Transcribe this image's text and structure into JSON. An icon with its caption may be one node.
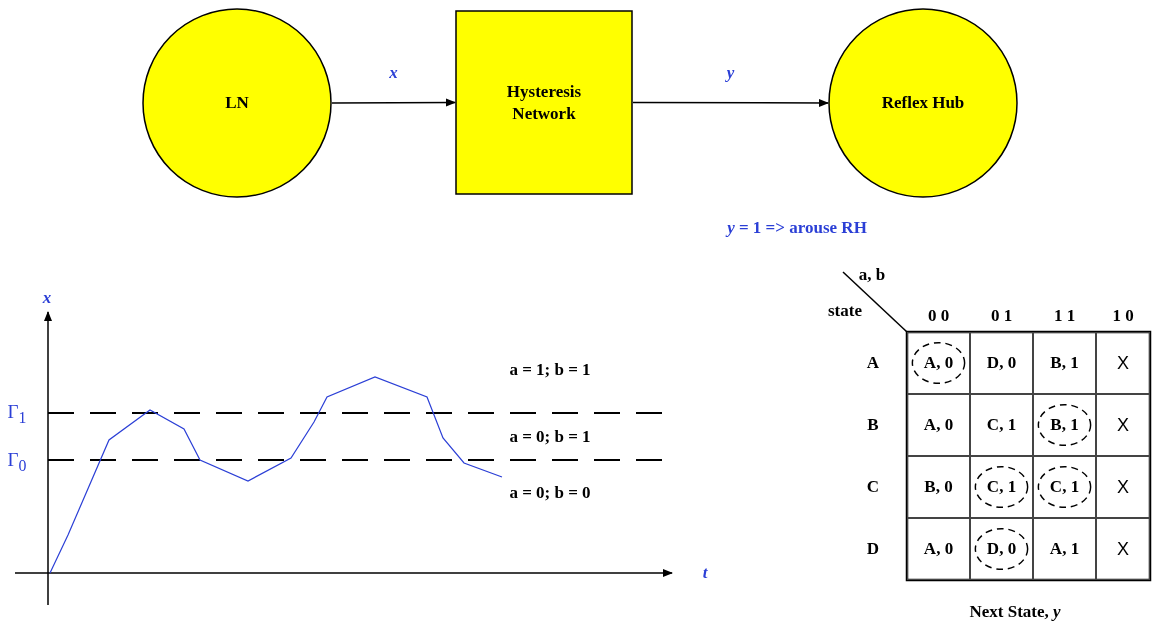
{
  "diagram": {
    "nodes": [
      {
        "text": [
          "LN"
        ]
      },
      {
        "text": [
          "Hysteresis Network"
        ]
      },
      {
        "text": [
          "Reflex Hub"
        ]
      }
    ],
    "edges": [
      {
        "from": 0,
        "to": 1,
        "arrow": "to",
        "label": "x"
      },
      {
        "from": 1,
        "to": 2,
        "arrow": "to",
        "label": "y"
      }
    ],
    "labels": [
      "*y* = 1 => arouse RH",
      "x",
      "Γ$_{1}$",
      "Γ$_{0}$",
      "a = 1; b = 1",
      "a = 0; b = 1",
      "a = 0; b = 0",
      "t",
      "a, b",
      "state",
      "0 0",
      "0 1",
      "1 1",
      "1 0",
      "A",
      "A, 0",
      "D, 0",
      "B, 1",
      "X",
      "B",
      "A, 0",
      "C, 1",
      "B, 1",
      "X",
      "C",
      "B, 0",
      "C, 1",
      "C, 1",
      "X",
      "D",
      "A, 0",
      "D, 0",
      "A, 1",
      "X",
      "Next State, *y*"
    ]
  }
}
